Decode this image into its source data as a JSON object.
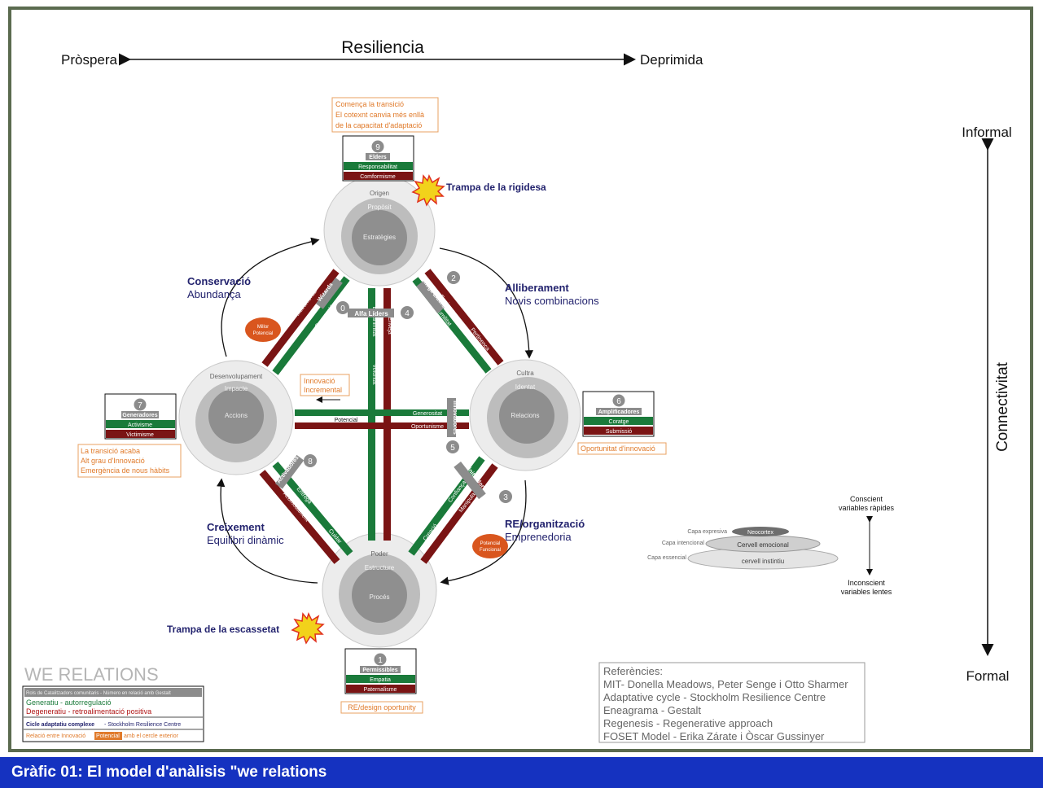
{
  "header": {
    "center": "Resiliencia",
    "left": "Pròspera",
    "right": "Deprimida"
  },
  "axis": {
    "top": "Informal",
    "bottom": "Formal",
    "label": "Connectivitat"
  },
  "circles": {
    "top": {
      "outer": "Origen",
      "mid": "Propòsit",
      "inner": "Estratègies"
    },
    "left": {
      "outer": "Desenvolupament",
      "mid": "Impacte",
      "inner": "Accions"
    },
    "right": {
      "outer": "Cultra",
      "mid": "Identat",
      "inner": "Relacions"
    },
    "bottom": {
      "outer": "Poder",
      "mid": "Estructure",
      "inner": "Procés"
    }
  },
  "phases": {
    "conservacio": {
      "title": "Conservació",
      "sub": "Abundança"
    },
    "alliberament": {
      "title": "Alliberament",
      "sub": "Novis combinacions"
    },
    "creixement": {
      "title": "Creixement",
      "sub": "Equilibri dinàmic"
    },
    "reorganitzacio": {
      "title": "RE/organització",
      "sub": "Emprenedoria"
    }
  },
  "cards": {
    "c9": {
      "num": "9",
      "name": "Elders",
      "green": "Responsabilitat",
      "red": "Comformisme"
    },
    "c7": {
      "num": "7",
      "name": "Generadores",
      "green": "Activisme",
      "red": "Victimisme"
    },
    "c6": {
      "num": "6",
      "name": "Amplificadores",
      "green": "Coratge",
      "red": "Submissió"
    },
    "c1": {
      "num": "1",
      "name": "Permissibles",
      "green": "Empatia",
      "red": "Paternalisme"
    }
  },
  "notes": {
    "top": [
      "Comença la transició",
      "El cotexnt canvia més enllà",
      "de la capacitat d'adaptació"
    ],
    "left": [
      "La transició acaba",
      "Alt grau d'Innovació",
      "Emergència de nous hàbits"
    ],
    "right": "Oportunitat d'innovació",
    "bottom": "RE/design oportunity",
    "innovacio": [
      "Innovació",
      "Incremental"
    ]
  },
  "traps": {
    "top": "Trampa de la rigidesa",
    "bottom": "Trampa de la escassetat"
  },
  "ovals": {
    "millor": [
      "Millor",
      "Potencial"
    ],
    "funcional": [
      "Potencial",
      "Funcional"
    ]
  },
  "roles": {
    "r0": {
      "num": "0",
      "name": "Wizards"
    },
    "r2": {
      "num": "2",
      "name": "Omega Líders"
    },
    "r4": {
      "num": "4",
      "name": "Alfa Líders"
    },
    "r5": {
      "num": "5",
      "name": "Innovadores"
    },
    "r8": {
      "num": "8",
      "name": "Activadores"
    },
    "r3": {
      "num": "3",
      "name": "Polinitzadores"
    }
  },
  "beams": {
    "tl_green": "Co-creació",
    "tl_red": "Instrumental",
    "tl_green2": "Generació",
    "tr_green": "Humilitat",
    "tr_red": "Egoisme",
    "tr_red2": "Pertinença",
    "v_green": "Equanimitat",
    "v_green2": "Voluntat",
    "v_red": "Enveja",
    "h_green": "Generositat",
    "h_mid": "Potencial",
    "h_red": "Oportunisme",
    "bl_green": "Entrega",
    "bl_red": "Acomodament",
    "bl_green2": "Cuidar",
    "br_green": "Confiança",
    "br_red": "Manipulació",
    "br_green2": "Creació"
  },
  "brain": {
    "top": [
      "Conscient",
      "variables ràpides"
    ],
    "bottom": [
      "Inconscient",
      "variables lentes"
    ],
    "layers": [
      {
        "label": "Capa expresiva",
        "name": "Neocortex"
      },
      {
        "label": "Capa intencional",
        "name": "Cervell emocional"
      },
      {
        "label": "Capa essencial",
        "name": "cervell instintiu"
      }
    ]
  },
  "legend": {
    "title": "WE RELATIONS",
    "row1": "Rols de Catalitzadors comunitaris - Número en relació amb Gestalt",
    "row2a": "Generatiu - autorregulació",
    "row2b": "Degeneratiu - retroalimentació positiva",
    "row3a": "Cicle adaptatiu complexe",
    "row3b": " - Stockholm Resilience Centre",
    "row4a": "Relació entre Innovació",
    "row4b": "Potencial",
    "row4c": "amb el cercle exterior"
  },
  "references": {
    "title": "Referències:",
    "items": [
      "MIT- Donella Meadows, Peter Senge i Otto Sharmer",
      "Adaptative cycle - Stockholm Resilience Centre",
      "Eneagrama - Gestalt",
      "Regenesis - Regenerative approach",
      "FOSET Model - Erika Zárate i Òscar Gussinyer"
    ]
  },
  "footer": "Gràfic 01: El model d'anàlisis \"we relations",
  "colors": {
    "green": "#1a7a3a",
    "red": "#7a1414",
    "orange": "#e07a2a",
    "navy": "#23236e",
    "footer": "#1532c0"
  }
}
